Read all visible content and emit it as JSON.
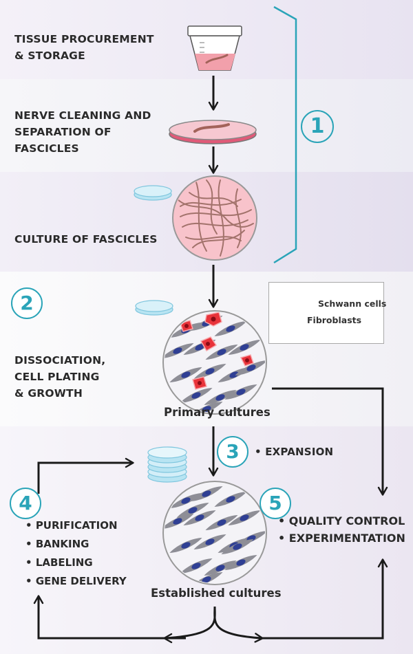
{
  "bands": {
    "tissue": "TISSUE PROCUREMENT\n& STORAGE",
    "cleaning": "NERVE CLEANING AND\nSEPARATION OF\nFASCICLES",
    "culture": "CULTURE OF FASCICLES",
    "dissociation": "DISSOCIATION,\nCELL PLATING\n& GROWTH"
  },
  "steps": [
    "1",
    "2",
    "3",
    "4",
    "5"
  ],
  "legend": {
    "schwann": "Schwann cells",
    "fibroblasts": "Fibroblasts"
  },
  "captions": {
    "primary": "Primary cultures",
    "established": "Established cultures"
  },
  "expansion": "EXPANSION",
  "left_list": [
    "PURIFICATION",
    "BANKING",
    "LABELING",
    "GENE DELIVERY"
  ],
  "right_list": [
    "QUALITY CONTROL",
    "EXPERIMENTATION"
  ],
  "colors": {
    "accent": "#2aa4b8",
    "schwann": "#3c4a99",
    "fibroblast": "#e8333a",
    "tissue_pink": "#f2a0ab"
  }
}
